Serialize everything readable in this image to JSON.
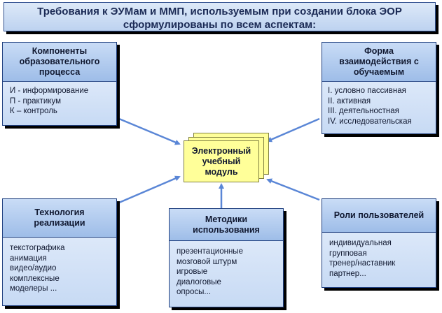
{
  "title": {
    "line1": "Требования к ЭУМам и ММП, используемым при создании блока ЭОР",
    "line2": "сформулированы по всем аспектам:"
  },
  "center": {
    "line1": "Электронный",
    "line2": "учебный",
    "line3": "модуль"
  },
  "components": {
    "head1": "Компоненты",
    "head2": "образовательного",
    "head3": "процесса",
    "items": [
      "И - информирование",
      "П - практикум",
      "К – контроль"
    ]
  },
  "interaction": {
    "head1": "Форма",
    "head2": "взаимодействия с",
    "head3": "обучаемым",
    "items": [
      "I. условно пассивная",
      "II. активная",
      "III. деятельностная",
      "IV. исследовательская"
    ]
  },
  "technology": {
    "head1": "Технология",
    "head2": "реализации",
    "items": [
      "текстографика",
      "анимация",
      "видео/аудио",
      "комплексные",
      "моделеры ..."
    ]
  },
  "methods": {
    "head1": "Методики",
    "head2": "использования",
    "items": [
      "презентационные",
      "мозговой штурм",
      "игровые",
      "диалоговые",
      "опросы..."
    ]
  },
  "roles": {
    "head1": "Роли пользователей",
    "items": [
      "индивидуальная",
      "групповая",
      "тренер/наставник",
      "партнер..."
    ]
  },
  "colors": {
    "panel_head": "#9ebde8",
    "panel_body": "#c7daf4",
    "center": "#ffff99",
    "arrow": "#5a86d6"
  }
}
